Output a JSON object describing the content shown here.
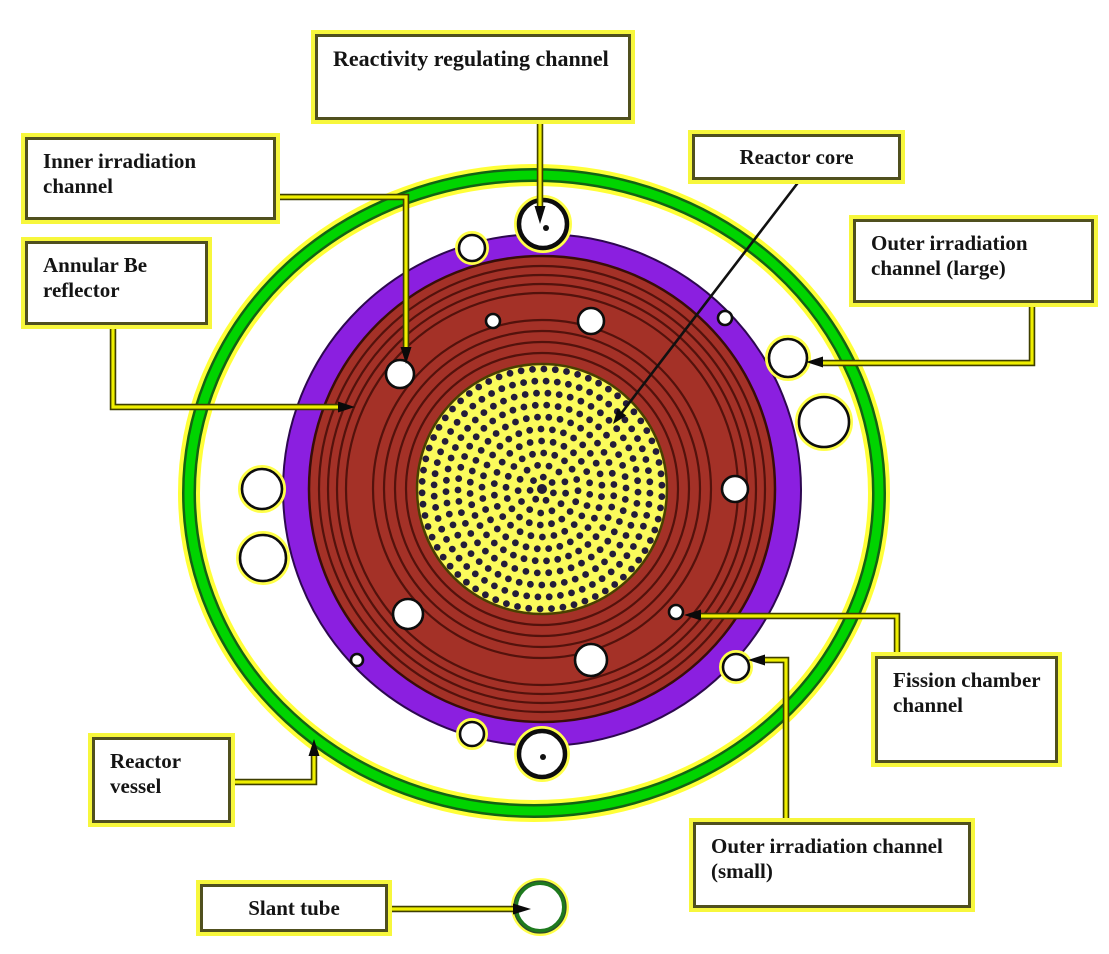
{
  "diagram": {
    "labels": {
      "reactivity_regulating_channel": "Reactivity regulating channel",
      "inner_irradiation_channel": "Inner irradiation channel",
      "annular_be_reflector": "Annular Be reflector",
      "reactor_core": "Reactor core",
      "outer_irradiation_channel_large": "Outer irradiation channel (large)",
      "fission_chamber_channel": "Fission chamber channel",
      "reactor_vessel": "Reactor vessel",
      "outer_irradiation_channel_small": "Outer irradiation channel (small)",
      "slant_tube": "Slant tube"
    },
    "colors": {
      "reactor_vessel_green": "#00d400",
      "vessel_edge_dark_green": "#136313",
      "be_reflector_purple": "#8b1fe0",
      "core_region_red": "#a43127",
      "reactor_core_yellow": "#fbfb5c",
      "fuel_pin_dark": "#231c3a",
      "label_box_glow_yellow": "#f7f73c",
      "leader_line_yellow": "#efef00",
      "background_white": "#ffffff"
    }
  }
}
